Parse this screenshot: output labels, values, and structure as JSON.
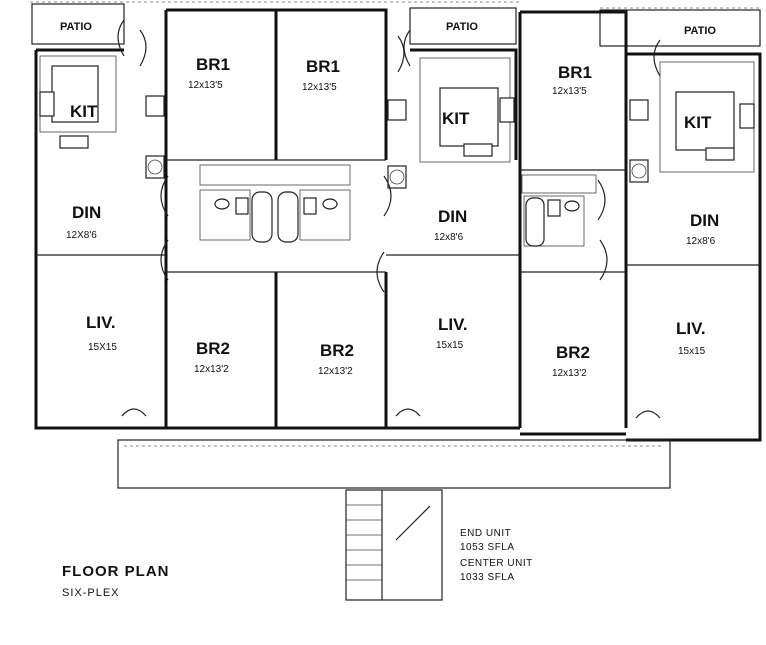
{
  "plan": {
    "title": "FLOOR PLAN",
    "subtitle": "SIX-PLEX",
    "notes": [
      "END UNIT",
      "1053 SFLA",
      "CENTER UNIT",
      "1033 SFLA"
    ]
  },
  "units": [
    {
      "patio": "PATIO",
      "kitchen": "KIT",
      "dining": "DIN",
      "dining_dim": "12X8'6",
      "living": "LIV.",
      "living_dim": "15X15"
    },
    {
      "br1": "BR1",
      "br1_dim": "12x13'5",
      "br2": "BR2",
      "br2_dim": "12x13'2"
    },
    {
      "br1": "BR1",
      "br1_dim": "12x13'5",
      "br2": "BR2",
      "br2_dim": "12x13'2"
    },
    {
      "patio": "PATIO",
      "kitchen": "KIT",
      "dining": "DIN",
      "dining_dim": "12x8'6",
      "living": "LIV.",
      "living_dim": "15x15"
    },
    {
      "br1": "BR1",
      "br1_dim": "12x13'5",
      "br2": "BR2",
      "br2_dim": "12x13'2"
    },
    {
      "patio": "PATIO",
      "kitchen": "KIT",
      "dining": "DIN",
      "dining_dim": "12x8'6",
      "living": "LIV.",
      "living_dim": "15x15"
    }
  ]
}
